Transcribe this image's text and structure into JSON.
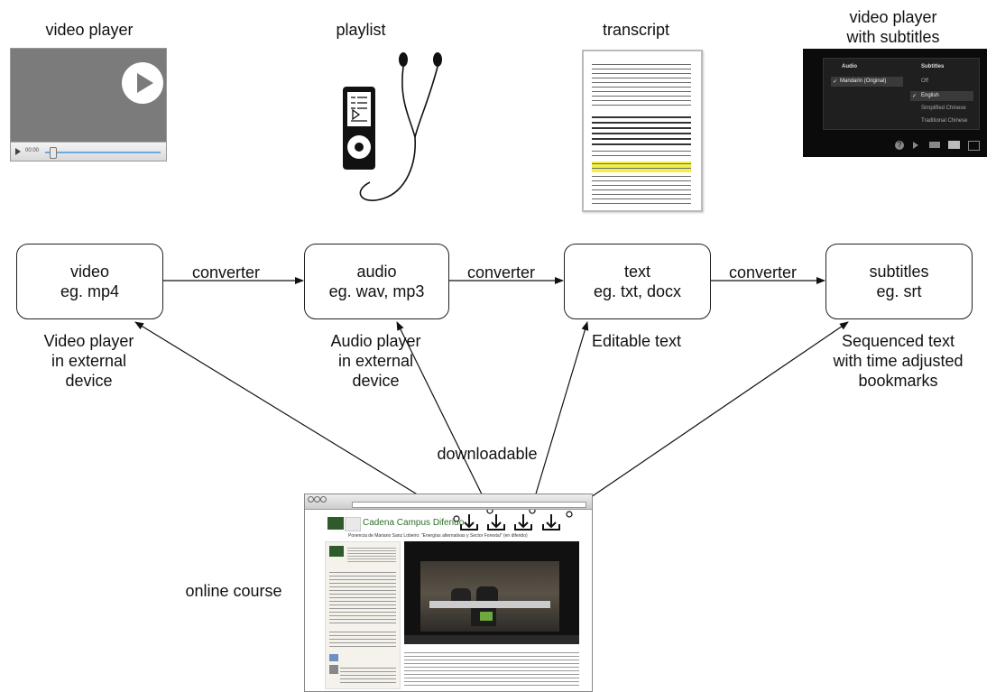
{
  "thumbnails": {
    "video_player": {
      "title": "video player",
      "time": "00:00"
    },
    "playlist": {
      "title": "playlist"
    },
    "transcript": {
      "title": "transcript"
    },
    "subtitles_player": {
      "title_line1": "video player",
      "title_line2": "with subtitles",
      "audio_header": "Audio",
      "audio_option": "Mandarin (Original)",
      "subtitles_header": "Subtitles",
      "subtitle_options": [
        "Off",
        "English",
        "Simplified Chinese",
        "Traditional Chinese"
      ],
      "selected_subtitle": "English"
    }
  },
  "nodes": [
    {
      "line1": "video",
      "line2": "eg. mp4",
      "caption": [
        "Video player",
        "in external",
        "device"
      ]
    },
    {
      "line1": "audio",
      "line2": "eg. wav, mp3",
      "caption": [
        "Audio player",
        "in external",
        "device"
      ]
    },
    {
      "line1": "text",
      "line2": "eg. txt, docx",
      "caption": [
        "Editable text"
      ]
    },
    {
      "line1": "subtitles",
      "line2": "eg. srt",
      "caption": [
        "Sequenced text",
        "with time adjusted",
        "bookmarks"
      ]
    }
  ],
  "edges": [
    {
      "label": "converter"
    },
    {
      "label": "converter"
    },
    {
      "label": "converter"
    }
  ],
  "downloadable_label": "downloadable",
  "online_course": {
    "label": "online course",
    "site_title": "Cadena Campus Diferido",
    "page_subtitle": "Ponencia de Mariano Sanz Lobeiro: \"Energías alternativas y Sector Forestal\" (en diferido)"
  }
}
